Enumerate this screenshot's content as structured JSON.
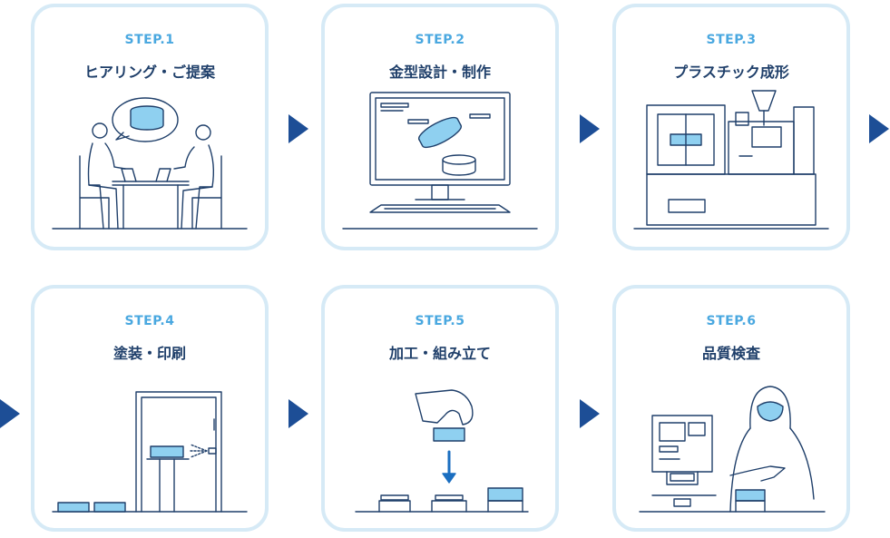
{
  "steps": [
    {
      "label": "STEP.1",
      "title": "ヒアリング・ご提案"
    },
    {
      "label": "STEP.2",
      "title": "金型設計・制作"
    },
    {
      "label": "STEP.3",
      "title": "プラスチック成形"
    },
    {
      "label": "STEP.4",
      "title": "塗装・印刷"
    },
    {
      "label": "STEP.5",
      "title": "加工・組み立て"
    },
    {
      "label": "STEP.6",
      "title": "品質検査"
    }
  ],
  "colors": {
    "border": "#d6eaf6",
    "step_label": "#4aa8e0",
    "title": "#1f3f6a",
    "arrow": "#1d4e96",
    "line": "#1f3f6a",
    "fill": "#8fd0f0",
    "accent": "#1a6ec0"
  }
}
